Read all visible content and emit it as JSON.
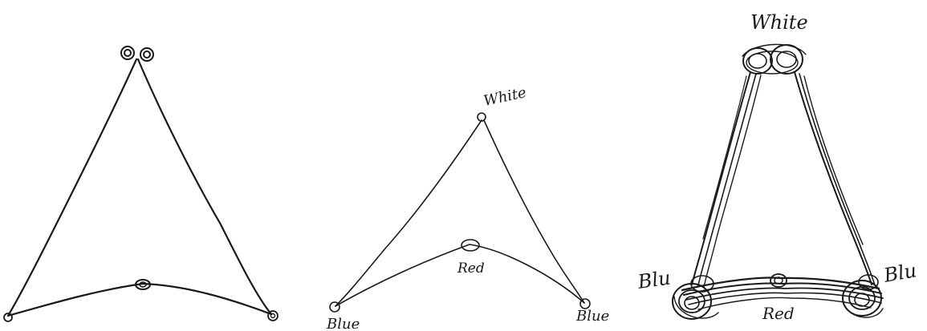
{
  "drawings": [
    {
      "id": "drawing-1",
      "labels": {}
    },
    {
      "id": "drawing-2",
      "labels": {
        "top": "White",
        "middle": "Red",
        "left": "Blue",
        "right": "Blue"
      }
    },
    {
      "id": "drawing-3",
      "labels": {
        "top": "White",
        "middle": "Red",
        "left": "Blu",
        "right": "Blu"
      }
    }
  ],
  "ink_color": "#1a1a1a"
}
